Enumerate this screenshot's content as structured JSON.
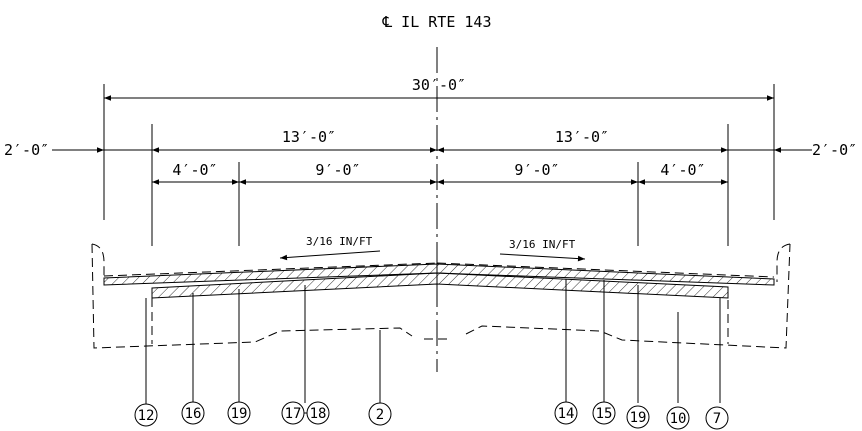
{
  "title": "℄ IL RTE 143",
  "dimensions": {
    "total": "30′-0″",
    "left_half": "13′-0″",
    "right_half": "13′-0″",
    "left_outer": "2′-0″",
    "right_outer": "2′-0″",
    "left_shoulder": "4′-0″",
    "left_lane": "9′-0″",
    "right_lane": "9′-0″",
    "right_shoulder": "4′-0″"
  },
  "slopes": {
    "left": "3/16 IN/FT",
    "right": "3/16 IN/FT"
  },
  "callouts": [
    "12",
    "16",
    "19",
    "17",
    "18",
    "2",
    "14",
    "15",
    "19",
    "10",
    "7"
  ]
}
